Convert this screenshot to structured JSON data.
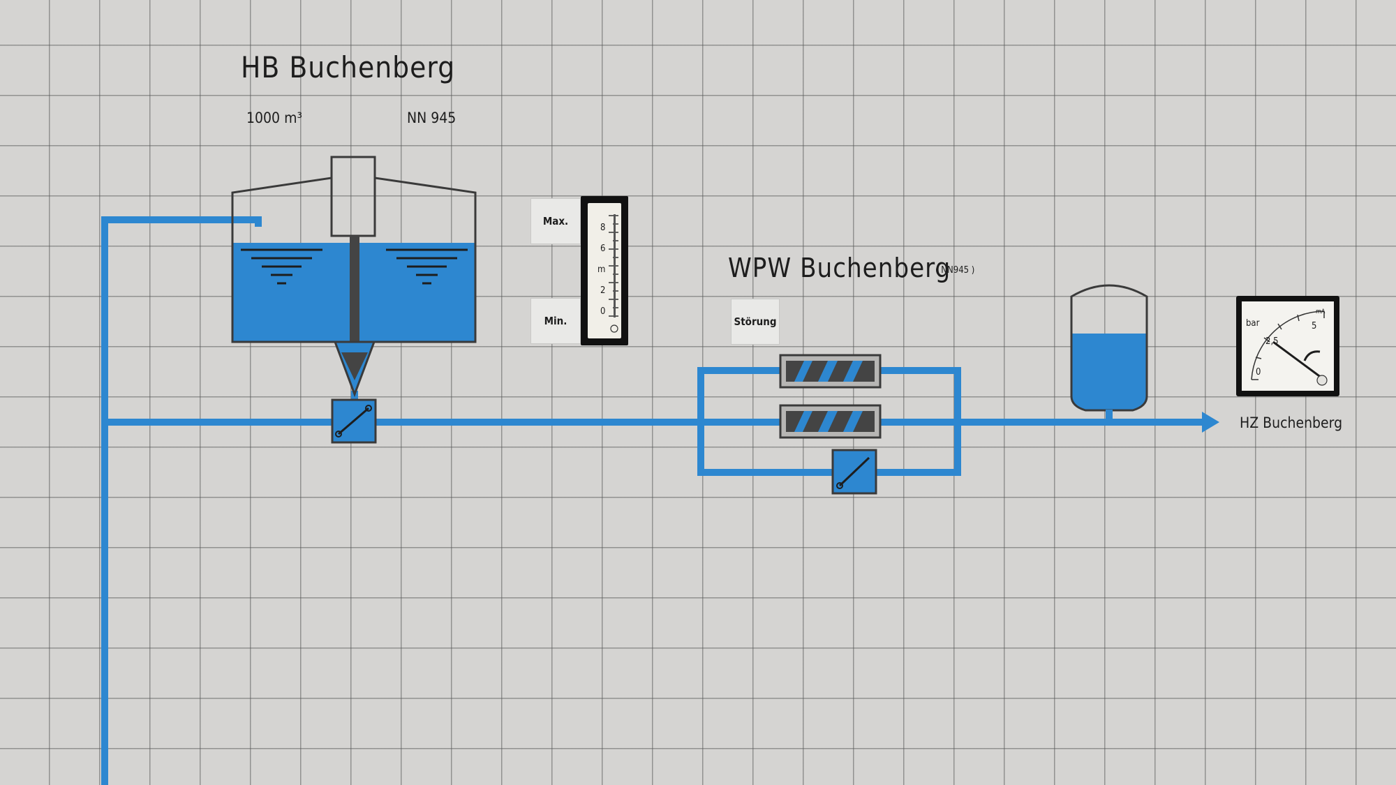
{
  "reservoir": {
    "title": "HB Buchenberg",
    "volume": "1000 m³",
    "elevation": "NN 945"
  },
  "level_indicator": {
    "max_label": "Max.",
    "min_label": "Min.",
    "scale_marks": [
      "8",
      "6",
      "m",
      "2",
      "0"
    ]
  },
  "pump_station": {
    "title": "WPW Buchenberg",
    "elevation": "( NN945 )",
    "fault_label": "Störung",
    "pumps": [
      "pump-1",
      "pump-2"
    ]
  },
  "pressure_gauge": {
    "unit": "bar",
    "scale_marks": [
      "0",
      "2,5",
      "5"
    ],
    "secondary_unit": "mA"
  },
  "destination": {
    "title": "HZ Buchenberg"
  },
  "colors": {
    "water": "#2d87d0",
    "pipe": "#2d87d0",
    "outline": "#3a3a3a",
    "tile": "#d5d4d2"
  }
}
